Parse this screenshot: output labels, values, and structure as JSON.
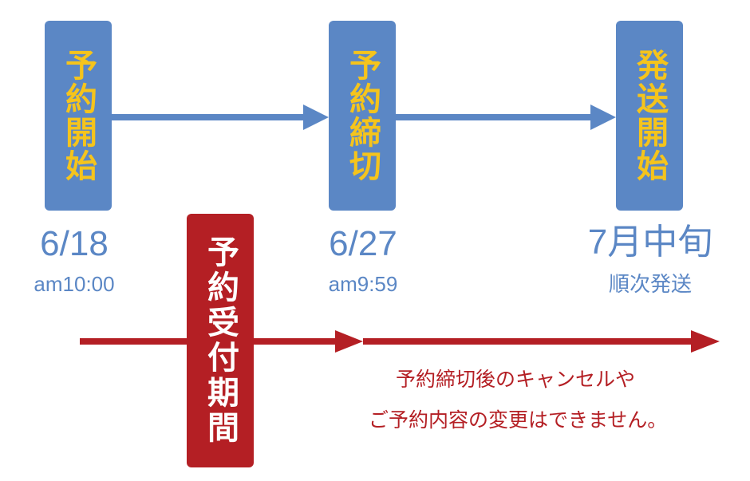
{
  "milestones": {
    "start": {
      "label": "予約開始",
      "date": "6/18",
      "time": "am10:00"
    },
    "deadline": {
      "label": "予約締切",
      "date": "6/27",
      "time": "am9:59"
    },
    "shipping": {
      "label": "発送開始",
      "date": "7月中旬",
      "note": "順次発送"
    }
  },
  "period": {
    "label": "予約受付期間"
  },
  "notice": {
    "line1": "予約締切後のキャンセルや",
    "line2": "ご予約内容の変更はできません。"
  },
  "colors": {
    "blue": "#5b87c5",
    "yellow": "#f5c41c",
    "red": "#b41f24",
    "white": "#ffffff"
  }
}
